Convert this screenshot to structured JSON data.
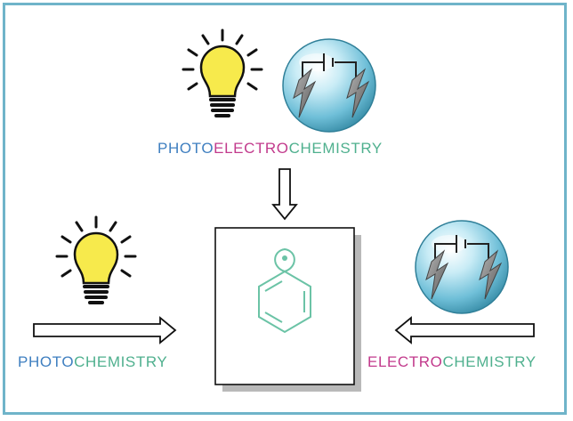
{
  "labels": {
    "top": {
      "photo": "PHOTO",
      "electro": "ELECTRO",
      "chem": "CHEMISTRY"
    },
    "left": {
      "photo": "PHOTO",
      "chem": "CHEMISTRY"
    },
    "right": {
      "electro": "ELECTRO",
      "chem": "CHEMISTRY"
    }
  },
  "colors": {
    "photo": "#3f7fc0",
    "electro": "#c23a8c",
    "chemistry": "#4fb08e",
    "frame": "#6fb4c9",
    "bulb": "#f7ea4c",
    "sphere": "#8fd0e4",
    "bolt": "#8a8a8a",
    "molecule": "#6bc3a6"
  },
  "icons": [
    "light-bulb-icon",
    "electrochemical-cell-icon",
    "phenyl-radical-icon",
    "arrow-right-icon",
    "arrow-left-icon",
    "arrow-down-icon"
  ]
}
